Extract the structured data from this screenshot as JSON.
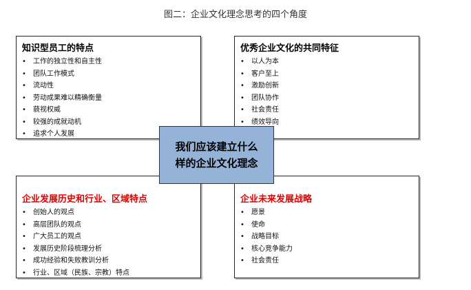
{
  "title": "图二：企业文化理念思考的四个角度",
  "center": "我们应该建立什么样的企业文化理念",
  "boxes": [
    {
      "heading": "知识型员工的特点",
      "items": [
        "工作的独立性和自主性",
        "团队工作模式",
        "流动性",
        "劳动成果难以精确衡量",
        "藐视权威",
        "较强的成就动机",
        "追求个人发展"
      ]
    },
    {
      "heading": "优秀企业文化的共同特征",
      "items": [
        "以人为本",
        "客户至上",
        "激励创新",
        "团队协作",
        "社会责任",
        "绩效导向"
      ]
    },
    {
      "heading": "企业发展历史和行业、区域特点",
      "items": [
        "创始人的观点",
        "高层团队的观点",
        "广大员工的观点",
        "发展历史阶段梳理分析",
        "成功经验和失败教训分析",
        "行业、区域（民族、宗教）特点"
      ]
    },
    {
      "heading": "企业未来发展战略",
      "items": [
        "愿景",
        "使命",
        "战略目标",
        "核心竞争能力",
        "社会责任"
      ]
    }
  ]
}
